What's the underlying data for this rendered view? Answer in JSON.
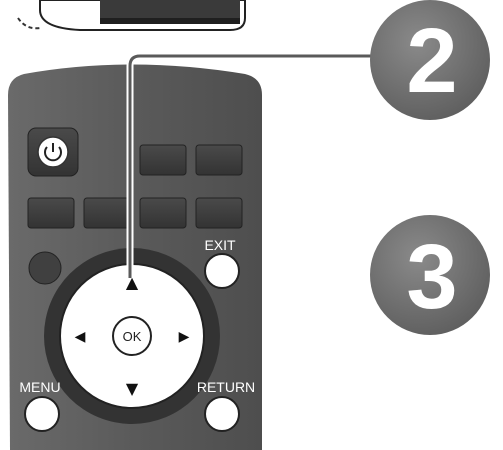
{
  "remote": {
    "exit_label": "EXIT",
    "menu_label": "MENU",
    "return_label": "RETURN",
    "ok_label": "OK",
    "arrow_up": "▲",
    "arrow_down": "▼",
    "arrow_left": "◀",
    "arrow_right": "▶",
    "power_icon": "power-icon"
  },
  "steps": {
    "step_2": "2",
    "step_3": "3"
  },
  "colors": {
    "remote_body": "#5a5a5a",
    "button_fill": "#424242",
    "circle_step": "#6b6b6b",
    "dpad_ring": "#2f2f2f"
  }
}
